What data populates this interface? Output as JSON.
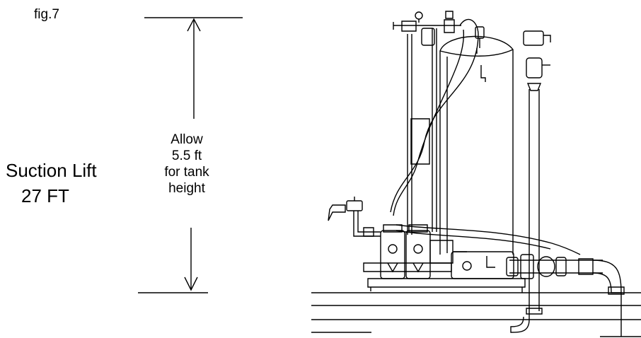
{
  "figure": {
    "label": "fig.7"
  },
  "dimension": {
    "lines": [
      "Allow",
      "5.5 ft",
      "for tank",
      "height"
    ]
  },
  "suction": {
    "title": "Suction Lift",
    "value": "27 FT"
  }
}
